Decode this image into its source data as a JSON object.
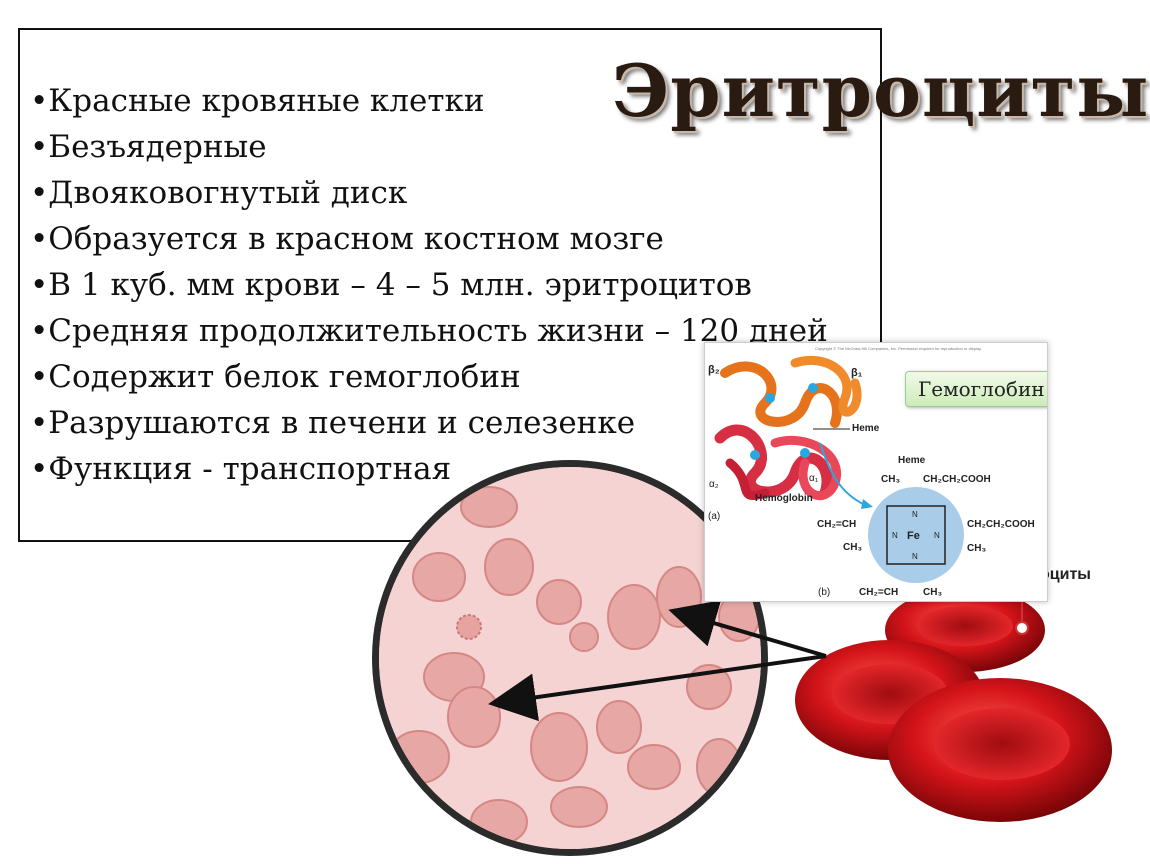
{
  "title": "Эритроциты",
  "facts": [
    "•Красные кровяные клетки",
    "•Безъядерные",
    "•Двояковогнутый диск",
    "•Образуется в красном костном мозге",
    "•В 1 куб. мм крови – 4 – 5 млн. эритроцитов",
    "•Средняя продолжительность жизни – 120 дней",
    "•Содержит белок гемоглобин",
    "•Разрушаются в печени и селезенке",
    "•Функция - транспортная"
  ],
  "hemoglobin_figure": {
    "badge": "Гемоглобин",
    "copyright": "Copyright © The McGraw-Hill Companies, Inc. Permission required for reproduction or display.",
    "beta2": "β₂",
    "beta1": "β₁",
    "alpha1": "α₁",
    "alpha2": "α₂",
    "heme_pointer": "Heme",
    "hemoglobin": "Hemoglobin",
    "panel_a": "(a)",
    "panel_b": "(b)",
    "heme_title": "Heme",
    "top_left": "CH₃",
    "top_right": "CH₂CH₂COOH",
    "left_mid": "CH₂=CH",
    "left_low": "CH₃",
    "right_mid": "CH₂CH₂COOH",
    "right_low": "CH₃",
    "bottom_left": "CH₂=CH",
    "bottom_right": "CH₃",
    "fe": "Fe",
    "n": "N"
  },
  "rbc_label": "оциты",
  "colors": {
    "title_color": "#2a1b12",
    "rbc_red": "#d4141a",
    "micro_bg": "#f4cccc",
    "cell_pink": "#e39a96"
  }
}
